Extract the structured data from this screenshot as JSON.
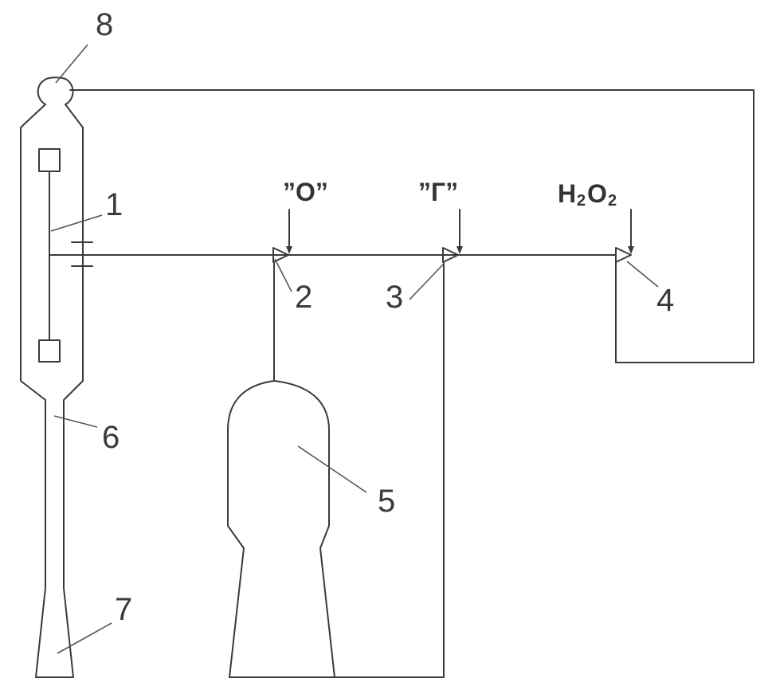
{
  "labels": {
    "n1": "1",
    "n2": "2",
    "n3": "3",
    "n4": "4",
    "n5": "5",
    "n6": "6",
    "n7": "7",
    "n8": "8",
    "inlet_o": "”O”",
    "inlet_g": "”Г”",
    "h2o2_h": "H",
    "h2o2_2a": "2",
    "h2o2_o": "O",
    "h2o2_2b": "2"
  }
}
